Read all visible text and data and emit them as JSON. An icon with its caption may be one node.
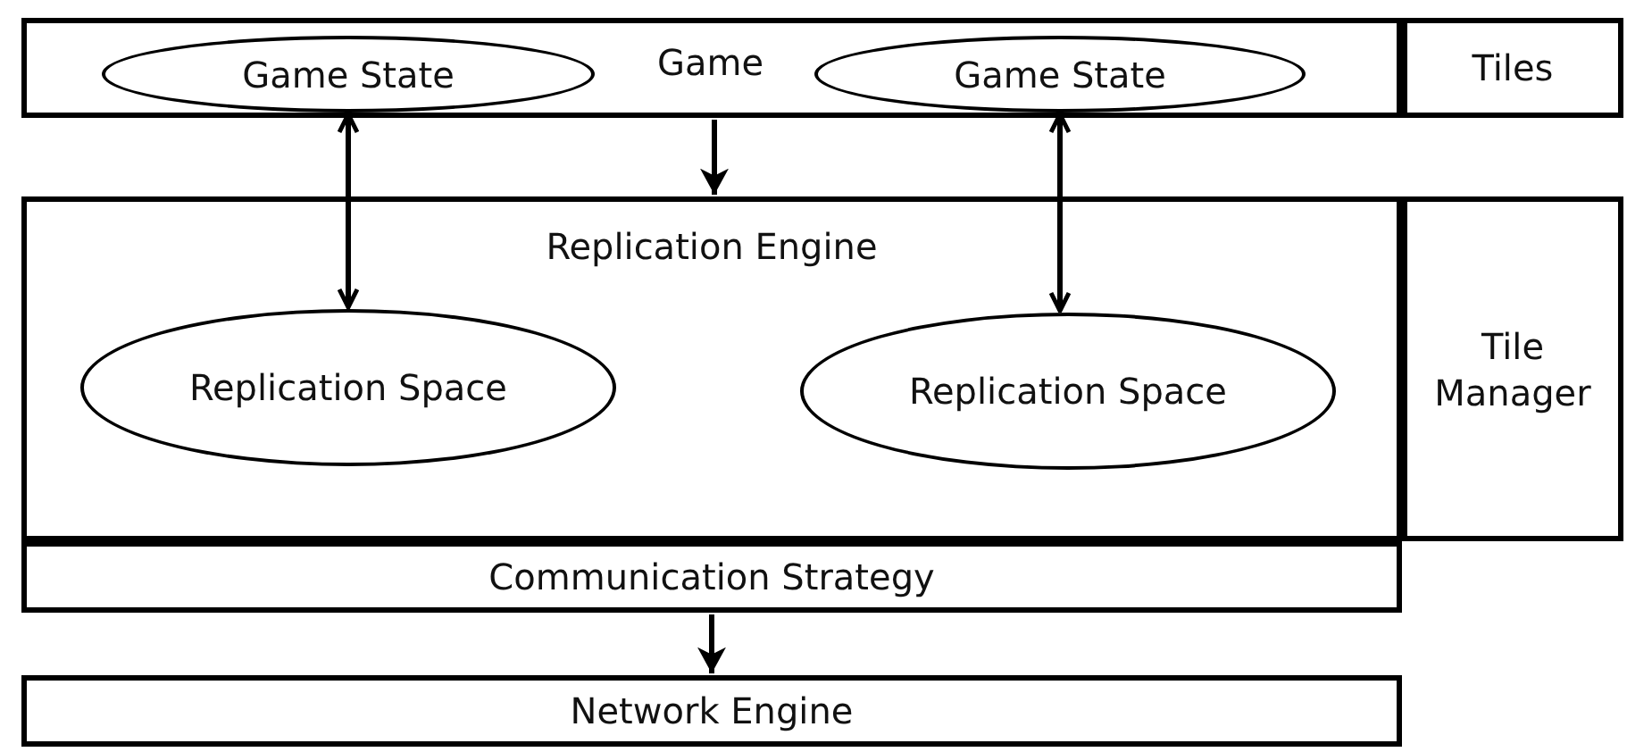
{
  "diagram": {
    "nodes": [
      {
        "text": [
          "Game"
        ]
      },
      {
        "text": [
          "Game State"
        ],
        "in": 0
      },
      {
        "text": [
          "Game State"
        ],
        "in": 0
      },
      {
        "text": [
          "Tiles"
        ]
      },
      {
        "text": [
          "Replication Engine"
        ]
      },
      {
        "text": [
          "Replication Space"
        ],
        "in": 4
      },
      {
        "text": [
          "Replication Space"
        ],
        "in": 4
      },
      {
        "text": [
          "Tile Manager"
        ]
      },
      {
        "text": [
          "Communication Strategy"
        ]
      },
      {
        "text": [
          "Network Engine"
        ]
      }
    ],
    "edges": [
      {
        "from": 1,
        "to": 5,
        "arrow": "both"
      },
      {
        "from": 2,
        "to": 6,
        "arrow": "both"
      },
      {
        "from": 0,
        "to": 4,
        "arrow": "to"
      },
      {
        "from": 8,
        "to": 9,
        "arrow": "to"
      }
    ]
  }
}
